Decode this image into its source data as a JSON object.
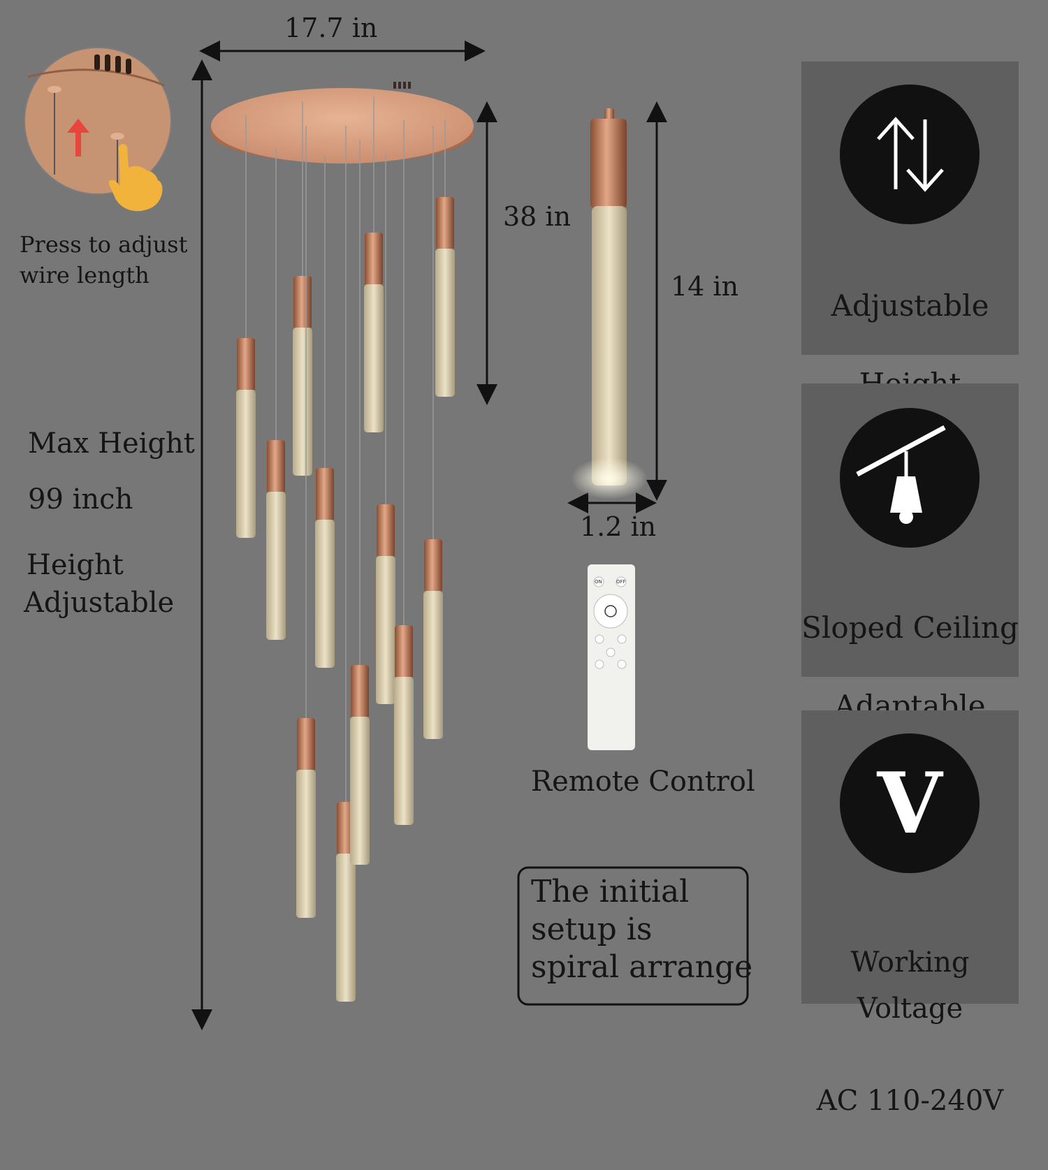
{
  "dimensions": {
    "canopy_width": "17.7 in",
    "drop_length": "38 in",
    "pendant_height": "14 in",
    "pendant_diameter": "1.2 in"
  },
  "adjust_note": {
    "line1": "Press to adjust",
    "line2": "wire length"
  },
  "left_text": {
    "max_height_label": "Max Height",
    "max_height_value": "99 inch",
    "height_label": "Height",
    "adjustable_label": "Adjustable"
  },
  "remote": {
    "caption": "Remote Control",
    "on_label": "ON",
    "off_label": "OFF"
  },
  "setup_note": {
    "line1": "The initial",
    "line2": "setup is",
    "line3": "spiral arrange"
  },
  "features": [
    {
      "icon": "up-down-arrows-icon",
      "line1": "Adjustable",
      "line2": "Height"
    },
    {
      "icon": "sloped-ceiling-icon",
      "line1": "Sloped Ceiling",
      "line2": "Adaptable"
    },
    {
      "icon": "voltage-v-icon",
      "glyph": "V",
      "line1": "Working Voltage",
      "line2": "AC 110-240V"
    }
  ],
  "colors": {
    "background": "#777777",
    "panel": "#5f5f5f",
    "rose_gold": "#c98b68",
    "crystal": "#d9cfb4"
  }
}
